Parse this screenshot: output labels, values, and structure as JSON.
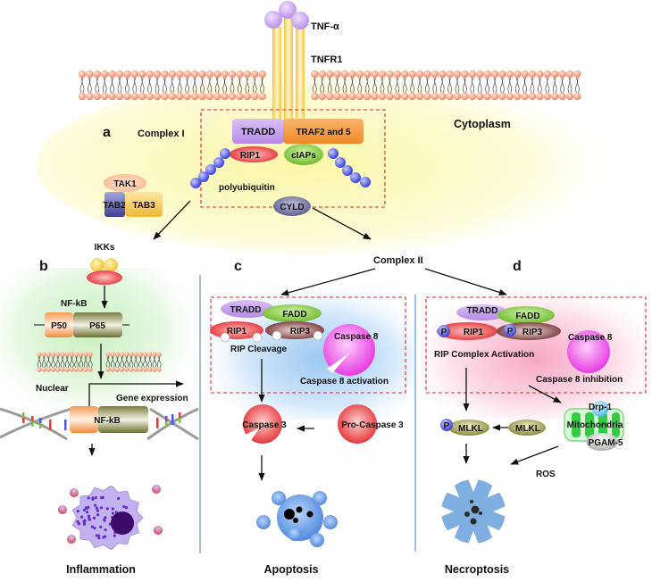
{
  "membrane": {
    "ligand": "TNF-α",
    "receptor": "TNFR1",
    "compartment": "Cytoplasm"
  },
  "panel_a": {
    "letter": "a",
    "title": "Complex I",
    "tradd": "TRADD",
    "traf": "TRAF2 and 5",
    "rip1": "RIP1",
    "ciaps": "cIAPs",
    "polyubiquitin": "polyubiquitin",
    "cyld": "CYLD",
    "tak1": "TAK1",
    "tab2": "TAB2",
    "tab3": "TAB3"
  },
  "complex2": "Complex II",
  "panel_b": {
    "letter": "b",
    "ikks": "IKKs",
    "nfkb_label": "NF-kB",
    "p50": "P50",
    "p65": "P65",
    "nuclear": "Nuclear",
    "gene_expression": "Gene expression",
    "nfkb_dna": "NF-kB",
    "outcome": "Inflammation"
  },
  "panel_c": {
    "letter": "c",
    "tradd": "TRADD",
    "fadd": "FADD",
    "rip1": "RIP1",
    "rip3": "RIP3",
    "caspase8": "Caspase 8",
    "rip_cleavage": "RIP Cleavage",
    "caspase8_activation": "Caspase 8 activation",
    "caspase3": "Caspase 3",
    "pro_caspase3": "Pro-Caspase 3",
    "outcome": "Apoptosis"
  },
  "panel_d": {
    "letter": "d",
    "tradd": "TRADD",
    "fadd": "FADD",
    "p1": "P",
    "rip1": "RIP1",
    "p2": "P",
    "rip3": "RIP3",
    "caspase8": "Caspase 8",
    "rip_complex_activation": "RIP Complex Activation",
    "caspase8_inhibition": "Caspase 8 inhibition",
    "p3": "P",
    "pmlkl": "MLKL",
    "mlkl": "MLKL",
    "drp1": "Drp-1",
    "mitochondria": "Mitochondria",
    "pgam5": "PGAM-5",
    "ros": "ROS",
    "outcome": "Necroptosis"
  },
  "colors": {
    "membrane_head": "#f4926e",
    "tnf": "#c9a6f0",
    "receptor": "#f5c542",
    "tradd": "#c7a0ee",
    "traf": "#f39a3c",
    "rip": "#e8393b",
    "ciaps": "#7cc63f",
    "ubiquitin": "#4b55e0",
    "cyld": "#6a6d96",
    "fadd": "#8cc63f",
    "caspase8": "#ee3fe6",
    "caspase3": "#e8393b",
    "apoptotic_cell": "#5a8fe0",
    "necrotic_cell": "#7faee0",
    "inflam_cell": "#b9a4ec",
    "mito": "#3fd24f",
    "dashed_box": "#e0262b"
  }
}
